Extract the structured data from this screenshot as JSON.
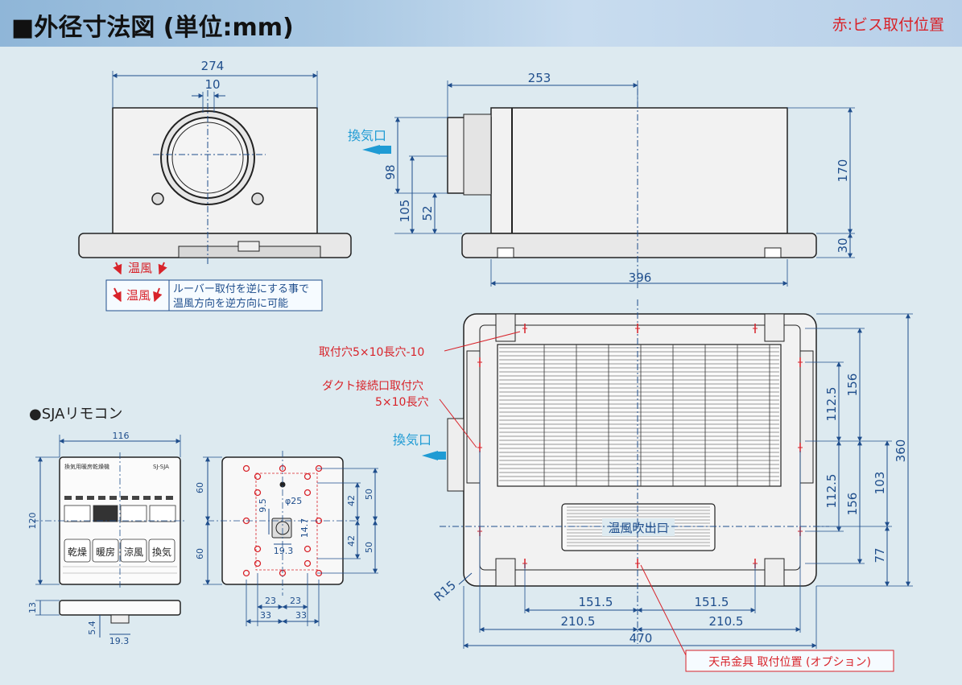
{
  "header": {
    "title": "■外径寸法図 (単位:mm)",
    "legend": "赤:ビス取付位置"
  },
  "front_view": {
    "width": "274",
    "gap": "10",
    "warm_air_1": "温風",
    "warm_air_2": "温風",
    "note_line1": "ルーバー取付を逆にする事で",
    "note_line2": "温風方向を逆方向に可能"
  },
  "side_view": {
    "exhaust_label": "換気口",
    "width": "253",
    "base_width": "396",
    "height_170": "170",
    "height_30": "30",
    "port_98": "98",
    "port_105": "105",
    "port_52": "52"
  },
  "bottom_view": {
    "hole_label": "取付穴5×10長穴-10",
    "duct_label_1": "ダクト接続口取付穴",
    "duct_label_2": "5×10長穴",
    "exhaust_label": "換気口",
    "outlet_label": "温風吹出口",
    "radius": "R15",
    "d156_top": "156",
    "d1125_top": "112.5",
    "d1125_bot": "112.5",
    "d156_bot": "156",
    "d360": "360",
    "d103": "103",
    "d77": "77",
    "d1515_l": "151.5",
    "d1515_r": "151.5",
    "d2105_l": "210.5",
    "d2105_r": "210.5",
    "d470": "470",
    "hanger_label": "天吊金具 取付位置 (オプション)"
  },
  "remote": {
    "heading": "●SJAリモコン",
    "width": "116",
    "height": "120",
    "depth": "13",
    "d54": "5.4",
    "d193": "19.3",
    "panel_title": "換気用暖房乾燥機",
    "brand": "SJ-SJA",
    "buttons": [
      "乾燥",
      "暖房",
      "涼風",
      "換気"
    ],
    "mount": {
      "d60_top": "60",
      "d60_bot": "60",
      "d50_top": "50",
      "d50_bot": "50",
      "d42_top": "42",
      "d42_bot": "42",
      "d95": "9.5",
      "d25": "φ25",
      "d147": "14.7",
      "d193": "19.3",
      "d23_l": "23",
      "d23_r": "23",
      "d33_l": "33",
      "d33_r": "33"
    }
  }
}
